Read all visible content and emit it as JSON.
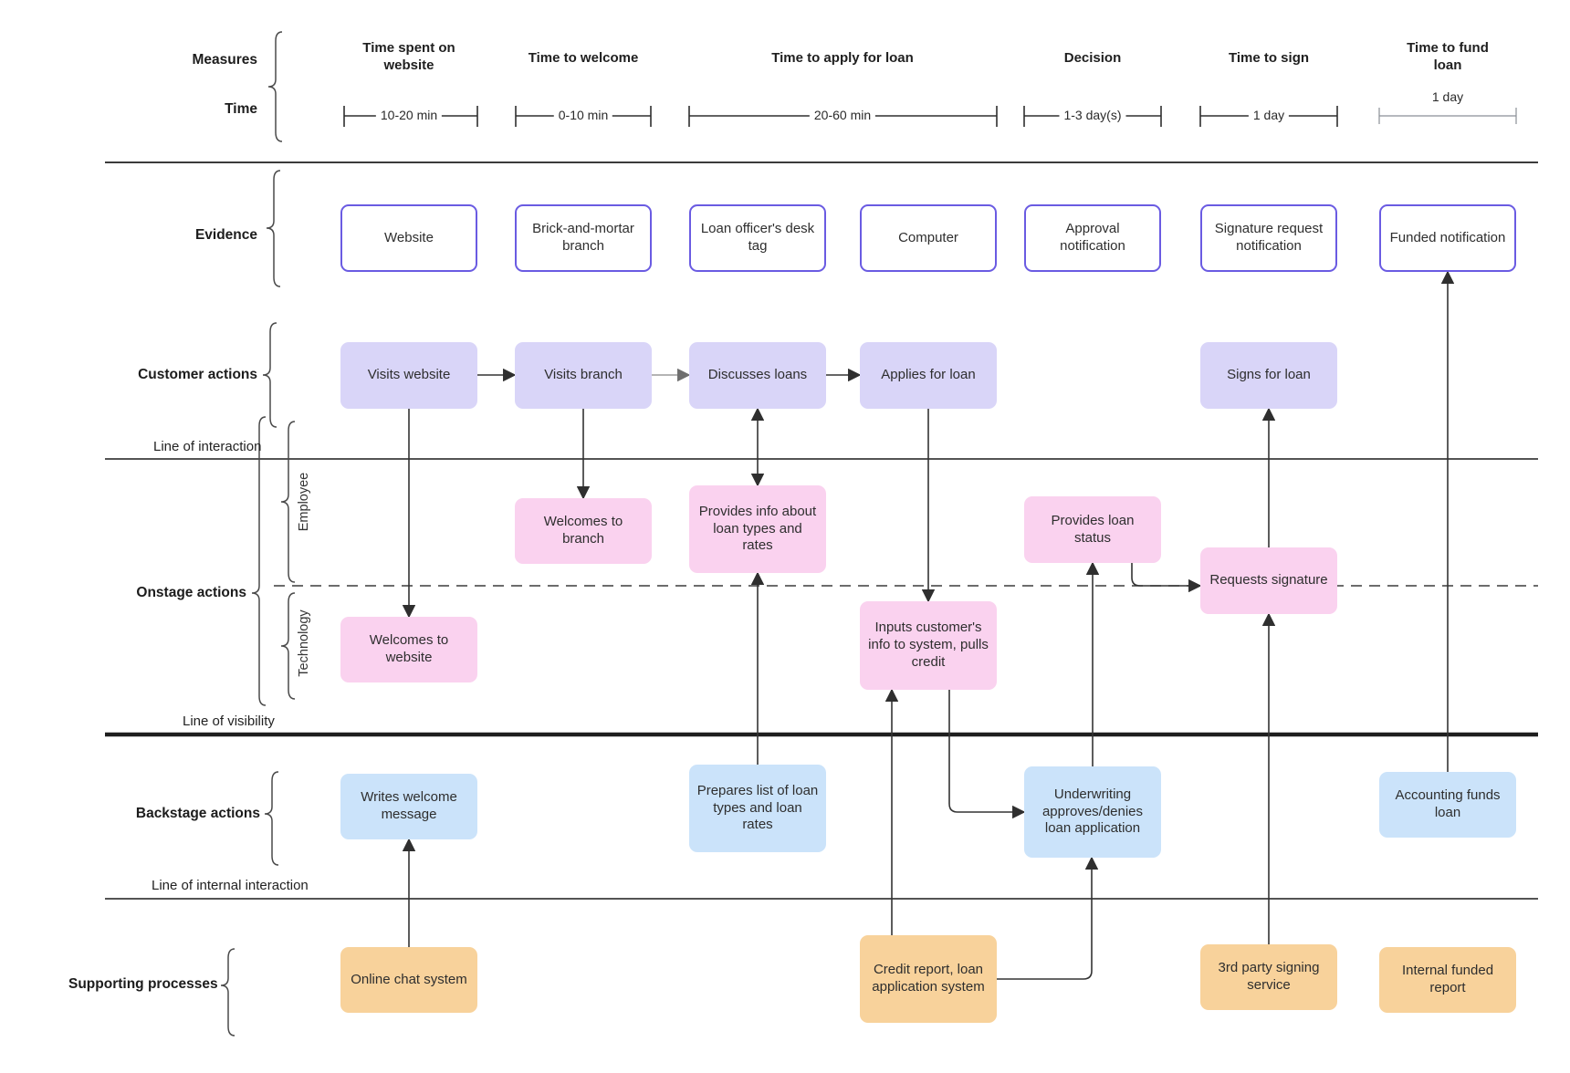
{
  "header": {
    "measures_label": "Measures",
    "time_label": "Time"
  },
  "measures": [
    {
      "title": "Time spent on website",
      "time": "10-20 min"
    },
    {
      "title": "Time to welcome",
      "time": "0-10 min"
    },
    {
      "title": "Time to apply for loan",
      "time": "20-60 min"
    },
    {
      "title": "Decision",
      "time": "1-3 day(s)"
    },
    {
      "title": "Time to sign",
      "time": "1 day"
    },
    {
      "title": "Time to fund loan",
      "time": "1 day"
    }
  ],
  "lane_labels": {
    "evidence": "Evidence",
    "customer": "Customer actions",
    "onstage": "Onstage actions",
    "backstage": "Backstage actions",
    "supporting": "Supporting processes",
    "employee": "Employee",
    "technology": "Technology"
  },
  "separator_labels": {
    "interaction": "Line of interaction",
    "visibility": "Line of visibility",
    "internal": "Line of internal interaction"
  },
  "boxes": {
    "evidence": [
      "Website",
      "Brick-and-mortar branch",
      "Loan officer's desk tag",
      "Computer",
      "Approval notification",
      "Signature request notification",
      "Funded notification"
    ],
    "customer": [
      "Visits website",
      "Visits branch",
      "Discusses loans",
      "Applies for loan",
      "Signs for loan"
    ],
    "onstage_employee": [
      "Welcomes to branch",
      "Provides info about loan types and rates",
      "Provides loan status",
      "Requests signature"
    ],
    "onstage_technology": [
      "Welcomes to website",
      "Inputs customer's info to system, pulls credit"
    ],
    "backstage": [
      "Writes welcome message",
      "Prepares list of loan types and loan rates",
      "Underwriting approves/denies loan application",
      "Accounting funds loan"
    ],
    "supporting": [
      "Online chat system",
      "Credit report, loan application system",
      "3rd party signing service",
      "Internal funded report"
    ]
  },
  "colors": {
    "customer_fill": "#D9D5F8",
    "onstage_fill": "#FAD2EF",
    "backstage_fill": "#CBE3FA",
    "supporting_fill": "#F8D29B",
    "evidence_border": "#6A5BE2",
    "line": "#3B3B3B"
  }
}
